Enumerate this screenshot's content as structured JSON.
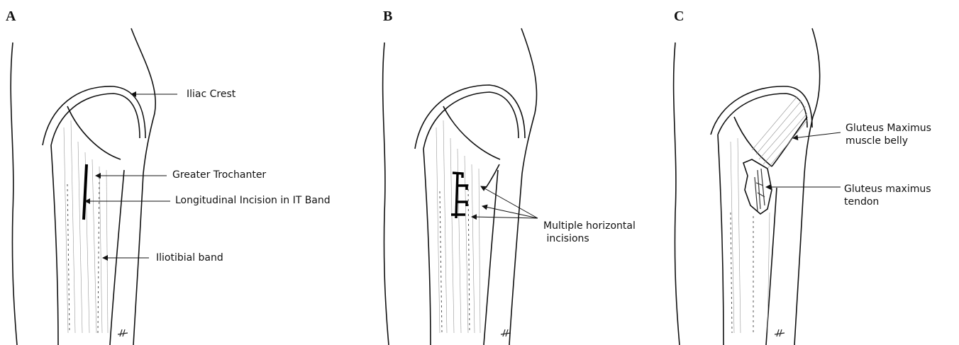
{
  "panels": [
    {
      "letter": "A",
      "labels": {
        "iliac_crest": "Iliac Crest",
        "greater_trochanter": "Greater Trochanter",
        "incision": "Longitudinal Incision in IT Band",
        "it_band": "Iliotibial band"
      }
    },
    {
      "letter": "B",
      "labels": {
        "horizontal": "Multiple horizontal\n incisions"
      }
    },
    {
      "letter": "C",
      "labels": {
        "gmax_belly": "Gluteus Maximus\nmuscle belly",
        "gmax_tendon": "Gluteus maximus\ntendon"
      }
    }
  ]
}
